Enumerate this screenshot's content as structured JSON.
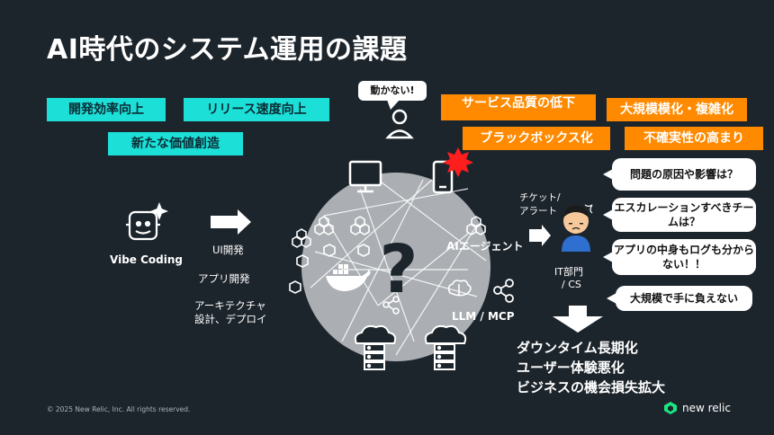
{
  "title": "AI時代のシステム運用の課題",
  "dev_tags": [
    "開発効率向上",
    "リリース速度向上",
    "新たな価値創造"
  ],
  "issue_tags": [
    "サービス品質の低下",
    "大規模模化・複雑化",
    "ブラックボックス化",
    "不確実性の高まり"
  ],
  "speech": "動かない!",
  "left": {
    "vibe": "Vibe Coding",
    "ui_dev": "UI開発",
    "app_dev": "アプリ開発",
    "arch1": "アーキテクチャ",
    "arch2": "設計、デプロイ"
  },
  "sphere": {
    "question": "?",
    "ai_agent": "AIエージェント",
    "llm": "LLM / MCP"
  },
  "ticket1": "チケット/",
  "ticket2": "アラート",
  "it_dept1": "IT部門",
  "it_dept2": "/ CS",
  "bubbles": [
    "問題の原因や影響は？",
    "エスカレーションすべきチームは？",
    "アプリの中身もログも分からない！！",
    "大規模で手に負えない"
  ],
  "outcomes": [
    "ダウンタイム長期化",
    "ユーザー体験悪化",
    "ビジネスの機会損失拡大"
  ],
  "footer": "© 2025 New Relic, Inc. All rights reserved.",
  "logo": "new relic",
  "colors": {
    "teal": "#1ce0d8",
    "orange": "#ff8a00",
    "background": "#1d252c",
    "alert_red": "#ff1e1e"
  },
  "icons": [
    "user-icon",
    "monitor-icon",
    "smartphone-icon",
    "robot-icon",
    "cube-icon",
    "docker-icon",
    "brain-icon",
    "share-icon",
    "server-cloud-icon",
    "worried-person-icon"
  ]
}
